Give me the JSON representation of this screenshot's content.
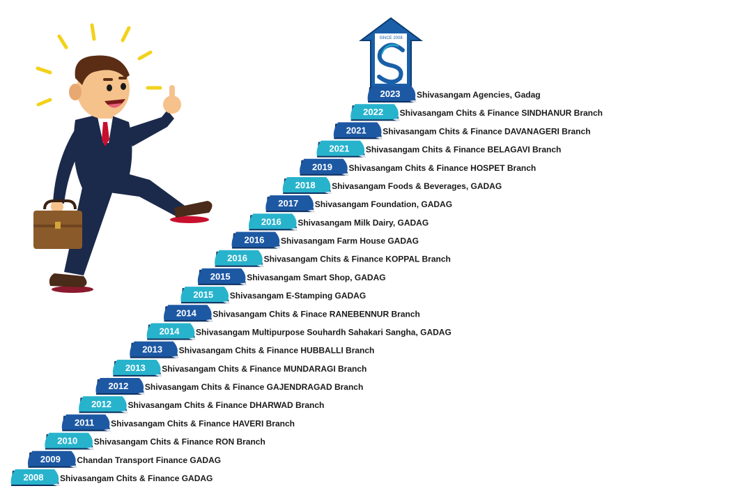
{
  "colors": {
    "dark_blue": "#1d58a3",
    "teal": "#28b3cc",
    "step_shadow": "#0d2f5e",
    "logo_blue": "#1a5fa8",
    "suit": "#1b2a4a",
    "skin": "#f5c28c",
    "hair": "#5a2d14"
  },
  "logo": {
    "caption": "SINCE 2008",
    "icon": "shivasangam-s-logo-icon"
  },
  "milestones": [
    {
      "year": "2008",
      "label": "Shivasangam Chits & Finance GADAG"
    },
    {
      "year": "2009",
      "label": "Chandan Transport Finance GADAG"
    },
    {
      "year": "2010",
      "label": "Shivasangam Chits & Finance RON Branch"
    },
    {
      "year": "2011",
      "label": "Shivasangam Chits & Finance HAVERI Branch"
    },
    {
      "year": "2012",
      "label": "Shivasangam Chits & Finance DHARWAD Branch"
    },
    {
      "year": "2012",
      "label": "Shivasangam Chits & Finance GAJENDRAGAD Branch"
    },
    {
      "year": "2013",
      "label": "Shivasangam Chits & Finance MUNDARAGI Branch"
    },
    {
      "year": "2013",
      "label": "Shivasangam Chits & Finance HUBBALLI Branch"
    },
    {
      "year": "2014",
      "label": "Shivasangam Multipurpose Souhardh Sahakari Sangha, GADAG"
    },
    {
      "year": "2014",
      "label": "Shivasangam Chits & Finace RANEBENNUR Branch"
    },
    {
      "year": "2015",
      "label": "Shivasangam E-Stamping GADAG"
    },
    {
      "year": "2015",
      "label": "Shivasangam Smart Shop, GADAG"
    },
    {
      "year": "2016",
      "label": "Shivasangam Chits & Finance KOPPAL Branch"
    },
    {
      "year": "2016",
      "label": "Shivasangam Farm House GADAG"
    },
    {
      "year": "2016",
      "label": "Shivasangam Milk Dairy, GADAG"
    },
    {
      "year": "2017",
      "label": "Shivasangam Foundation, GADAG"
    },
    {
      "year": "2018",
      "label": "Shivasangam Foods & Beverages, GADAG"
    },
    {
      "year": "2019",
      "label": "Shivasangam Chits & Finance HOSPET Branch"
    },
    {
      "year": "2021",
      "label": "Shivasangam Chits & Finance BELAGAVI Branch"
    },
    {
      "year": "2021",
      "label": "Shivasangam Chits & Finance DAVANAGERI Branch"
    },
    {
      "year": "2022",
      "label": "Shivasangam Chits & Finance SINDHANUR Branch"
    },
    {
      "year": "2023",
      "label": "Shivasangam Agencies, Gadag"
    }
  ]
}
